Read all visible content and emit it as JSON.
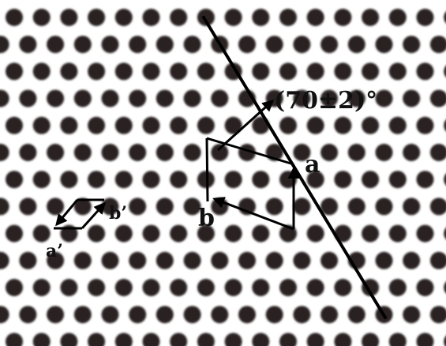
{
  "labels": {
    "angle": "(70±2)°",
    "vector_a": "a",
    "vector_b": "b",
    "vector_a_prime": "a’",
    "vector_b_prime": "b’"
  },
  "colors": {
    "background": "#ffffff",
    "dot": "#2a2424",
    "ink": "#000000"
  }
}
